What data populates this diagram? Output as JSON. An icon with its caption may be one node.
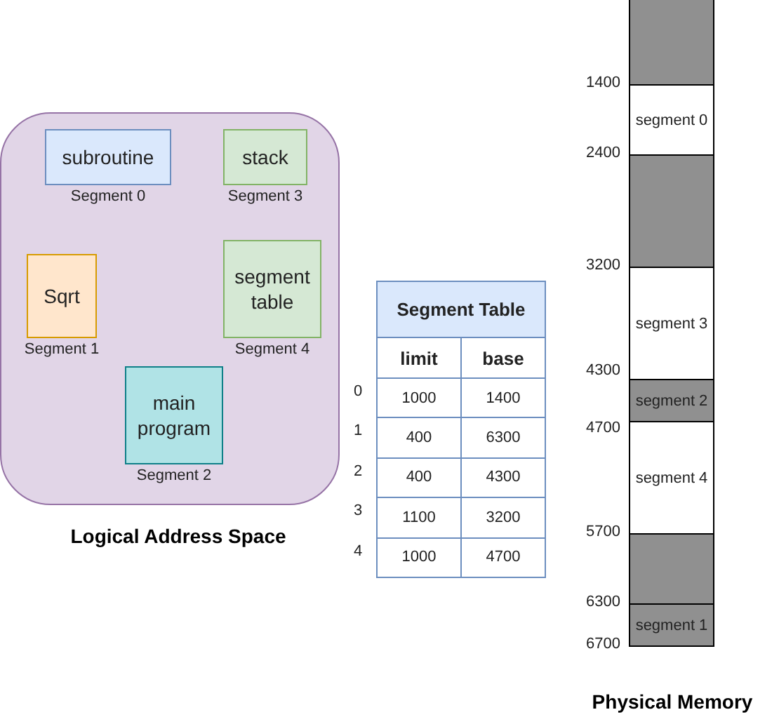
{
  "diagram": {
    "nodes": [
      {
        "text": [
          "Logical Address Space"
        ]
      },
      {
        "text": [
          "subroutine"
        ],
        "beside": [
          "Segment 0"
        ],
        "in": 0
      },
      {
        "text": [
          "stack"
        ],
        "beside": [
          "Segment 3"
        ],
        "in": 0
      },
      {
        "text": [
          "Sqrt"
        ],
        "beside": [
          "Segment 1"
        ],
        "in": 0
      },
      {
        "text": [
          "segment table"
        ],
        "beside": [
          "Segment 4"
        ],
        "in": 0
      },
      {
        "text": [
          "main program"
        ],
        "beside": [
          "Segment 2"
        ],
        "in": 0
      },
      {
        "text": [
          "Physical Memory"
        ]
      },
      {
        "text": [],
        "shape": "box",
        "in": 6
      },
      {
        "text": [
          "segment 0"
        ],
        "in": 6
      },
      {
        "text": [],
        "shape": "box",
        "in": 6
      },
      {
        "text": [
          "segment 3"
        ],
        "in": 6
      },
      {
        "text": [
          "segment 2"
        ],
        "in": 6
      },
      {
        "text": [
          "segment 4"
        ],
        "in": 6
      },
      {
        "text": [],
        "shape": "box",
        "in": 6
      },
      {
        "text": [
          "segment 1"
        ],
        "in": 6
      }
    ],
    "labels": [
      "Segment Table",
      "limit",
      "base",
      "0",
      "1000",
      "1400",
      "1",
      "400",
      "6300",
      "2",
      "400",
      "4300",
      "3",
      "1100",
      "3200",
      "4",
      "1000",
      "4700",
      "1400",
      "2400",
      "3200",
      "4300",
      "4700",
      "5700",
      "6300",
      "6700"
    ]
  }
}
